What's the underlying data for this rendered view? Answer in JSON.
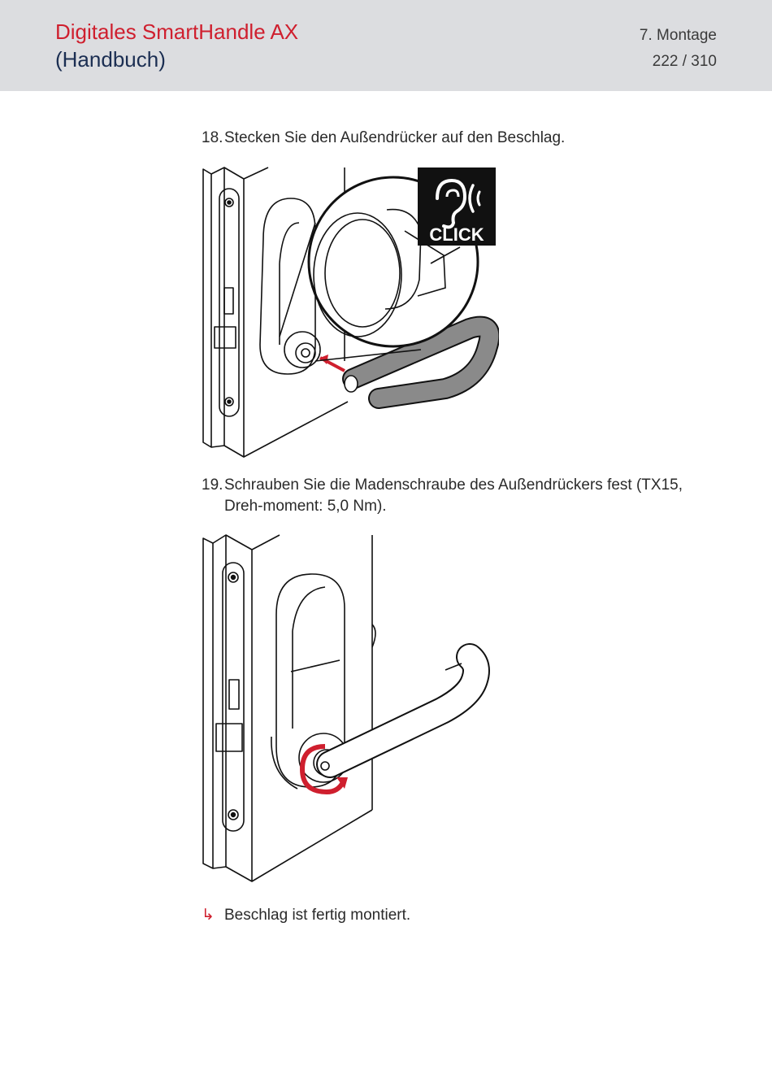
{
  "header": {
    "title_line1": "Digitales SmartHandle AX",
    "title_line2": "(Handbuch)",
    "chapter": "7. Montage",
    "page": "222 / 310"
  },
  "steps": [
    {
      "number": "18.",
      "text": "Stecken Sie den Außendrücker auf den Beschlag."
    },
    {
      "number": "19.",
      "text": "Schrauben Sie die Madenschraube des Außendrückers fest (TX15, Dreh-moment: 5,0 Nm)."
    }
  ],
  "illustration1": {
    "badge_icon": "ear-click-icon",
    "badge_label": "CLICK"
  },
  "result": {
    "icon": "result-arrow-icon",
    "text": "Beschlag ist fertig montiert."
  },
  "colors": {
    "brand_red": "#cf1f2e",
    "brand_navy": "#1b2e52",
    "header_bg": "#dcdde0"
  }
}
